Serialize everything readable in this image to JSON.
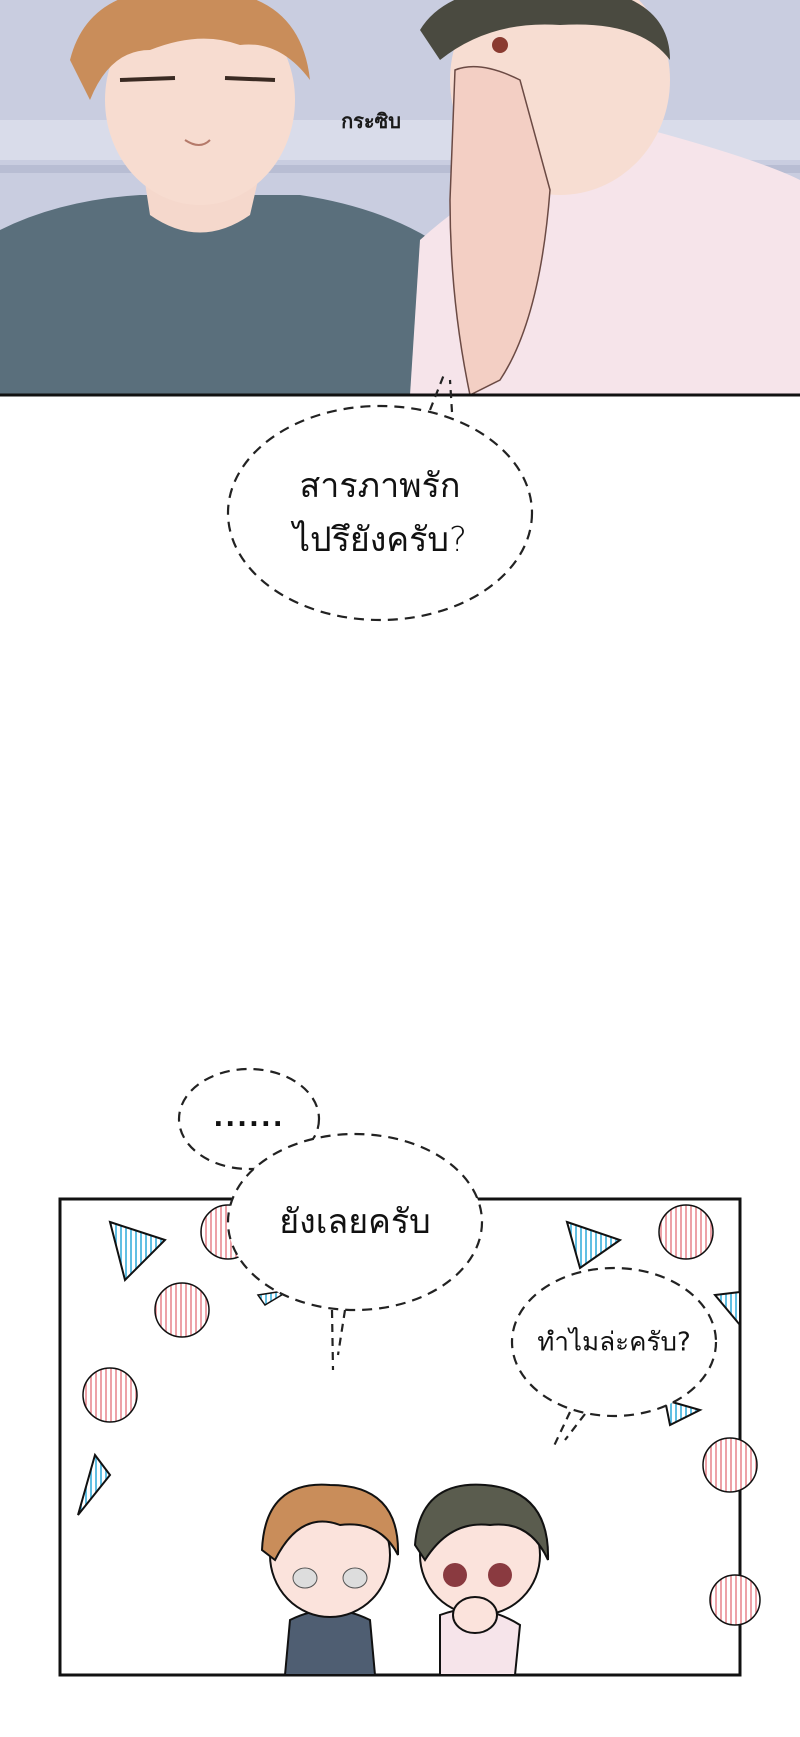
{
  "panel1": {
    "sfx": "กระซิบ",
    "colors": {
      "shirt_left": "#5a6f7c",
      "shirt_right": "#f6e4ea",
      "background": "#c9cde0",
      "hair_left": "#c98d5a",
      "hair_right": "#4a4a40"
    }
  },
  "bubble_question": {
    "line1": "สารภาพรัก",
    "line2": "ไปรึยังครับ?"
  },
  "bubble_dots": {
    "text": "......"
  },
  "bubble_not_yet": {
    "text": "ยังเลยครับ"
  },
  "bubble_why": {
    "text": "ทำไมล่ะครับ?"
  },
  "panel2": {
    "colors": {
      "circle": "#e98a92",
      "triangle": "#4fb8e0"
    }
  }
}
